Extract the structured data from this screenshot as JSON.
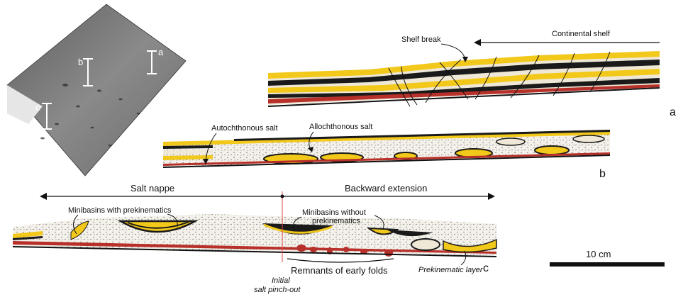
{
  "photo": {
    "labels": [
      "a",
      "b",
      "c"
    ]
  },
  "panel_a": {
    "letter": "a",
    "continental_shelf": "Continental shelf",
    "shelf_break": "Shelf break"
  },
  "panel_b": {
    "letter": "b",
    "autochthonous_salt": "Autochthonous salt",
    "allochthonous_salt": "Allochthonous salt"
  },
  "panel_c": {
    "letter": "c",
    "salt_nappe": "Salt nappe",
    "backward_extension": "Backward extension",
    "minibasins_with": "Minibasins with prekinematics",
    "minibasins_without_1": "Minibasins without",
    "minibasins_without_2": "prekinematics",
    "remnants": "Remnants of early folds",
    "initial_1": "Initial",
    "initial_2": "salt pinch-out",
    "prekinematic_layer": "Prekinematic layer"
  },
  "scale_bar": {
    "label": "10 cm"
  },
  "colors": {
    "yellow": "#f2c81a",
    "black": "#1a1a1a",
    "cream": "#efe8d6",
    "red": "#b8302a",
    "grey": "#9c9c9c",
    "salt": "#f4f1ea"
  }
}
